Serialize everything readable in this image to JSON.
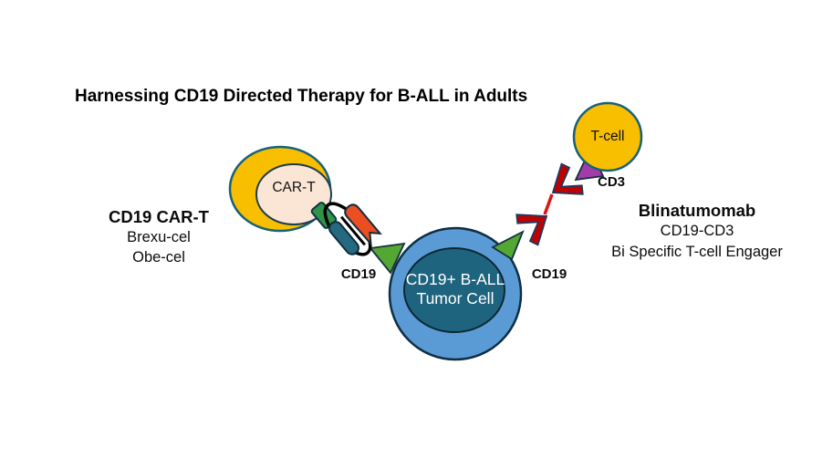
{
  "title": "Harnessing CD19 Directed Therapy for B-ALL in Adults",
  "car_t_therapy": {
    "heading": "CD19 CAR-T",
    "drug1": "Brexu-cel",
    "drug2": "Obe-cel",
    "cell_label": "CAR-T",
    "antigen_label": "CD19"
  },
  "tumor": {
    "line1": "CD19+ B-ALL",
    "line2": "Tumor Cell"
  },
  "bite_therapy": {
    "heading": "Blinatumomab",
    "subtitle": "CD19-CD3",
    "description": "Bi Specific T-cell Engager",
    "t_cell_label": "T-cell",
    "cd3_label": "CD3",
    "antigen_label": "CD19"
  },
  "colors": {
    "cell_yellow": "#F8BE00",
    "car_t_nucleus_peach": "#FBE6D6",
    "tumor_membrane_blue": "#5B9BD5",
    "tumor_body_teal": "#1F647E",
    "antigen_green": "#54A733",
    "cd3_purple": "#A33CAB",
    "antibody_red": "#C00000",
    "linker_red": "#E11414",
    "car_stem_green": "#2E9447",
    "car_chain_teal": "#26697F",
    "car_chain_orange": "#EA4E21"
  }
}
